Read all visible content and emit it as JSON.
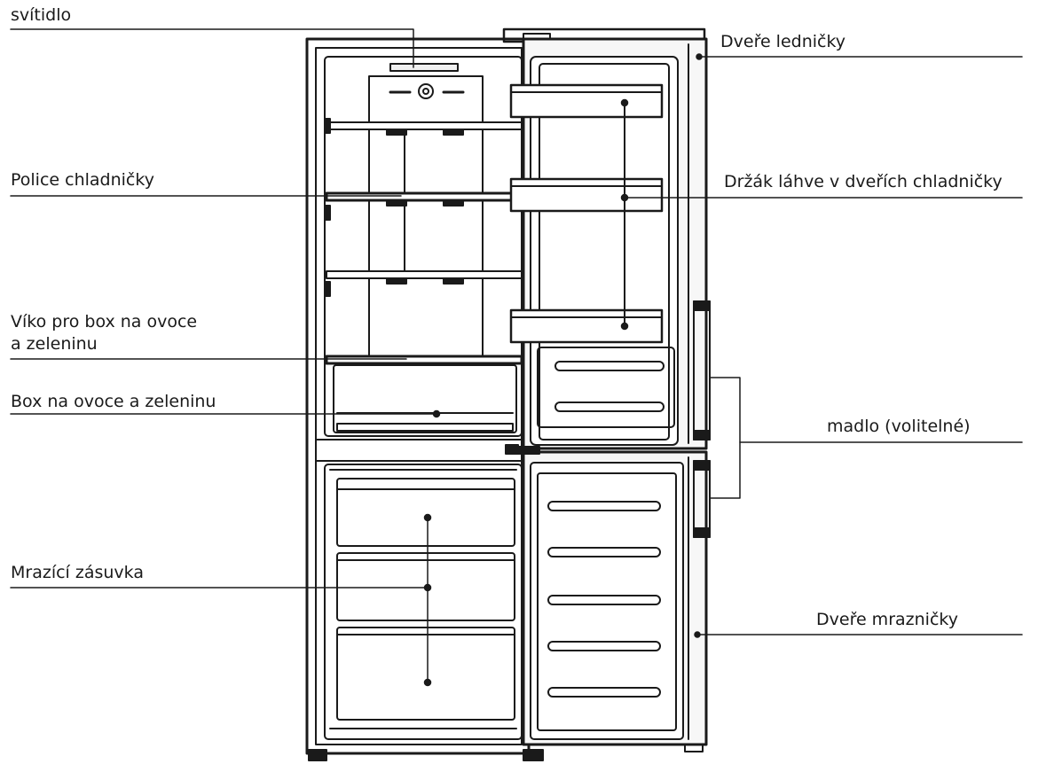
{
  "labels": {
    "light": "svítidlo",
    "fridge_door": "Dveře ledničky",
    "fridge_shelf": "Police chladničky",
    "door_bottle_holder": "Držák láhve v dveřích chladničky",
    "crisper_lid_line1": "Víko pro box na ovoce",
    "crisper_lid_line2": "a zeleninu",
    "crisper_box": "Box na ovoce a zeleninu",
    "handle": "madlo (volitelné)",
    "freezer_drawer": "Mrazící zásuvka",
    "freezer_door": "Dveře mrazničky"
  },
  "colors": {
    "stroke": "#1a1a1a",
    "background": "#ffffff",
    "door_fill": "#f7f7f7"
  }
}
